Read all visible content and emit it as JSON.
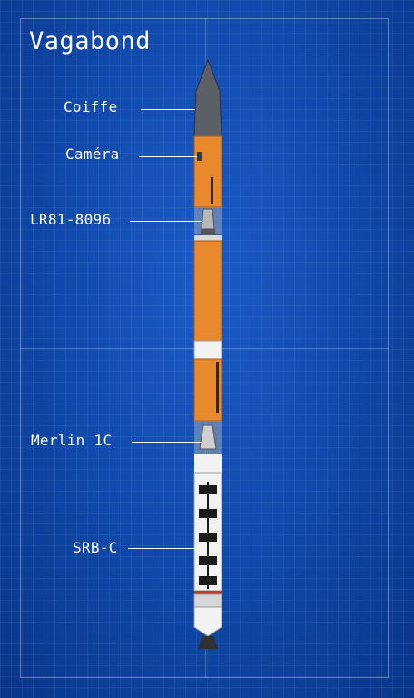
{
  "title": "Vagabond",
  "parts": [
    {
      "label": "Coiffe"
    },
    {
      "label": "Caméra"
    },
    {
      "label": "LR81-8096"
    },
    {
      "label": "Merlin 1C"
    },
    {
      "label": "SRB-C"
    }
  ],
  "colors": {
    "background": "#0f47a8",
    "grid": "#ffffff",
    "fuel_tank": "#e8892e",
    "nose_cone": "#5a5e63",
    "booster": "#f2f2f2"
  }
}
